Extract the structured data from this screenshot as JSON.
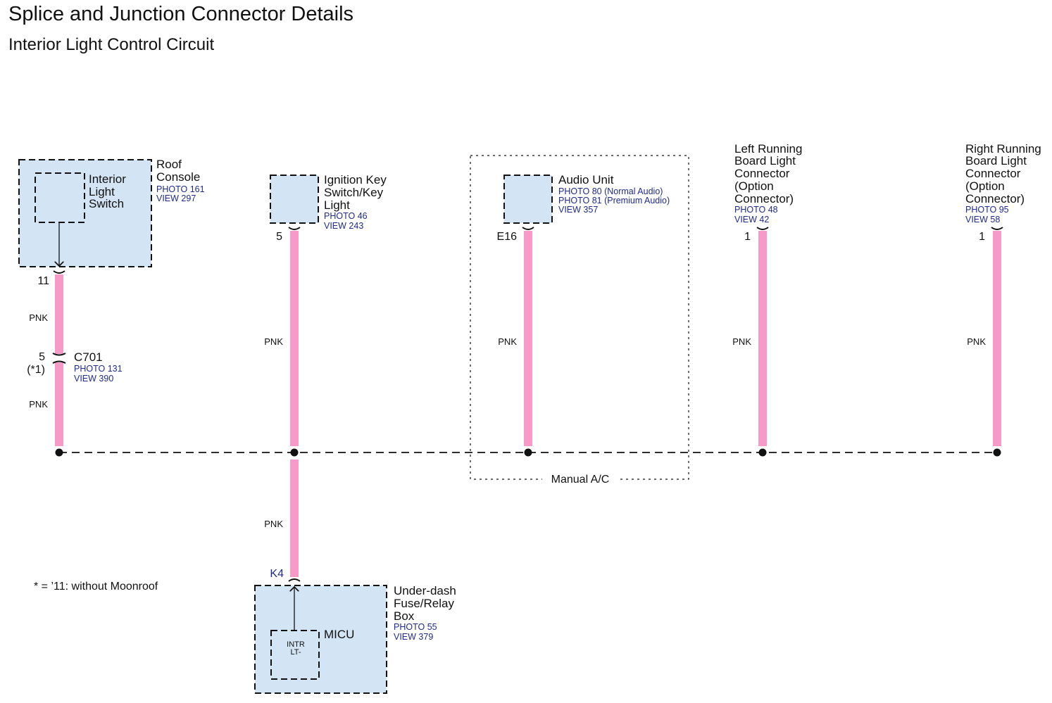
{
  "title": "Splice and Junction Connector Details",
  "subtitle": "Interior Light Control Circuit",
  "wire_color": "PNK",
  "colors": {
    "wire": "#f79ac7",
    "component_fill": "#d3e4f5",
    "ref_text": "#1f2a8c"
  },
  "roof_console": {
    "name": [
      "Roof",
      "Console"
    ],
    "photo": "PHOTO 161",
    "view": "VIEW 297",
    "switch_name": [
      "Interior",
      "Light",
      "Switch"
    ],
    "pin": "11"
  },
  "c701": {
    "name": "C701",
    "pin": "5",
    "note_ref": "(*1)",
    "photo": "PHOTO 131",
    "view": "VIEW 390"
  },
  "ignition": {
    "name": [
      "Ignition Key",
      "Switch/Key",
      "Light"
    ],
    "photo": "PHOTO 46",
    "view": "VIEW 243",
    "pin": "5"
  },
  "audio": {
    "name": "Audio Unit",
    "photo_normal": "PHOTO 80 (Normal Audio)",
    "photo_premium": "PHOTO 81 (Premium Audio)",
    "view": "VIEW 357",
    "pin": "E16",
    "group_label": "Manual A/C"
  },
  "left_running": {
    "name": [
      "Left Running",
      "Board Light",
      "Connector",
      "(Option",
      "Connector)"
    ],
    "photo": "PHOTO 48",
    "view": "VIEW 42",
    "pin": "1"
  },
  "right_running": {
    "name": [
      "Right Running",
      "Board Light",
      "Connector",
      "(Option",
      "Connector)"
    ],
    "photo": "PHOTO 95",
    "view": "VIEW 58",
    "pin": "1"
  },
  "fuse_box": {
    "name": [
      "Under-dash",
      "Fuse/Relay",
      "Box"
    ],
    "photo": "PHOTO 55",
    "view": "VIEW 379",
    "pin": "K4",
    "micu": "MICU",
    "intr": [
      "INTR",
      "LT-"
    ]
  },
  "footnote": "* = ’11: without Moonroof"
}
